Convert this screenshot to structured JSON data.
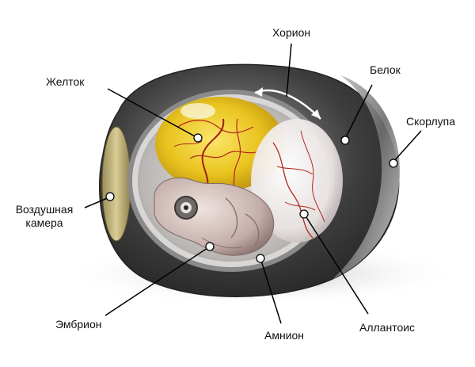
{
  "labels": {
    "chorion": "Хорион",
    "yolk": "Желток",
    "albumen": "Белок",
    "shell": "Скорлупа",
    "air_cell_line1": "Воздушная",
    "air_cell_line2": "камера",
    "embryo": "Эмбрион",
    "amnion": "Амнион",
    "allantois": "Аллантоис"
  },
  "colors": {
    "shell_dark": "#3b3b3b",
    "shell_light": "#b8b8b8",
    "yolk": "#e8c21e",
    "blood_vessel": "#b3261e",
    "embryo": "#c9b7b4",
    "air_cell": "#cfc28e",
    "leader_line": "#000000"
  }
}
